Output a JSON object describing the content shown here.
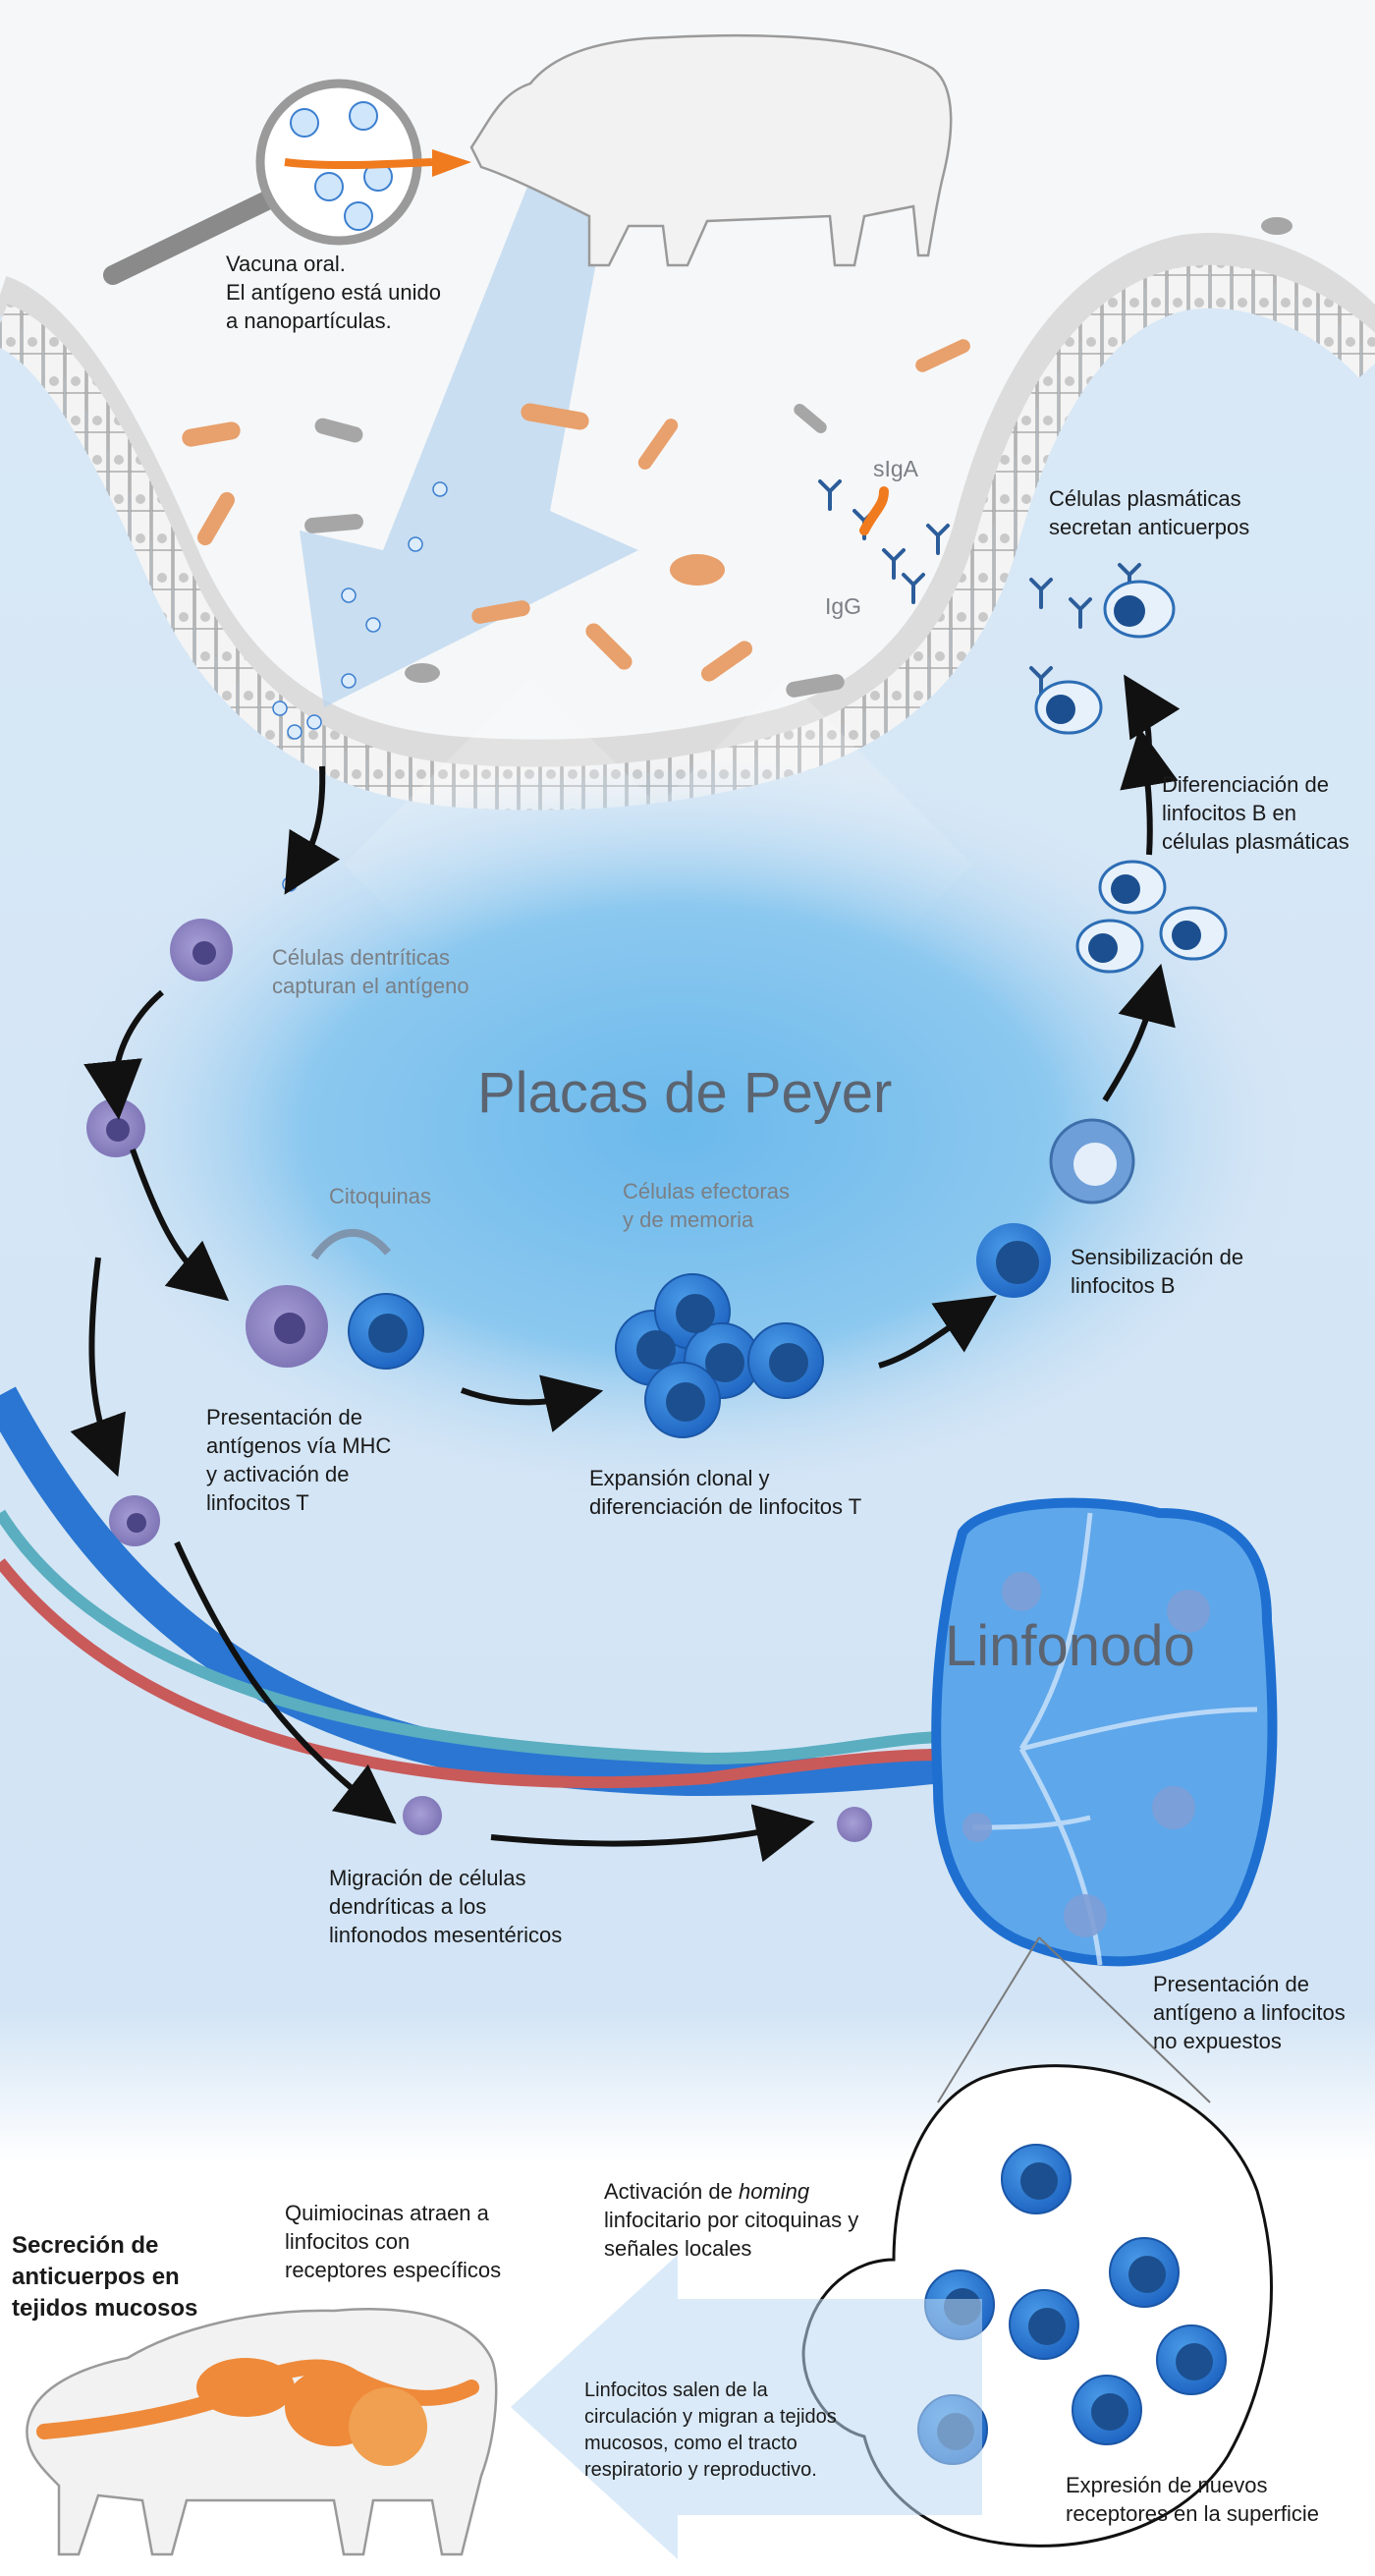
{
  "colors": {
    "background_blue": "#cfe2f5",
    "peyer_blue": "#7fc4ee",
    "lymphocyte_blue": "#2f7fd6",
    "dendritic_purple": "#8f86c2",
    "bacteria_orange": "#e8a06c",
    "artery_red": "#c95a5a",
    "vessel_teal": "#5aaec0",
    "arrow_orange": "#f07a1e"
  },
  "labels": {
    "vaccine": "Vacuna oral.\nEl antígeno está unido\na nanopartículas.",
    "siga": "sIgA",
    "igg": "IgG",
    "plasma_secrete": "Células plasmáticas\nsecretan anticuerpos",
    "b_differentiation": "Diferenciación de\nlinfocitos B en\ncélulas plasmáticas",
    "dendritic_capture": "Células dentríticas\ncapturan el antígeno",
    "peyer_title": "Placas de Peyer",
    "cytokines": "Citoquinas",
    "effector_memory": "Células efectoras\ny de memoria",
    "b_sensitization": "Sensibilización de\nlinfocitos B",
    "mhc_presentation": "Presentación de\nantígenos vía MHC\ny activación de\nlinfocitos T",
    "clonal_expansion": "Expansión clonal y\ndiferenciación de linfocitos T",
    "lymph_node_title": "Linfonodo",
    "dc_migration": "Migración de células\ndendríticas a los\nlinfonodos mesentéricos",
    "naive_presentation": "Presentación de\nantígeno a linfocitos\nno expuestos",
    "homing_prefix": "Activación de ",
    "homing_italic": "homing",
    "homing_suffix": "\nlinfocitario por citoquinas y\nseñales locales",
    "chemokines": "Quimiocinas atraen a\nlinfocitos con\nreceptores específicos",
    "mucosal_secretion": "Secreción de\nanticuerpos en\ntejidos mucosos",
    "lymphocytes_exit": "Linfocitos salen de la\ncirculación y migran a tejidos\nmucosos, como el tracto\nrespiratorio y reproductivo.",
    "new_receptors": "Expresión de nuevos\nreceptores en la superficie"
  }
}
